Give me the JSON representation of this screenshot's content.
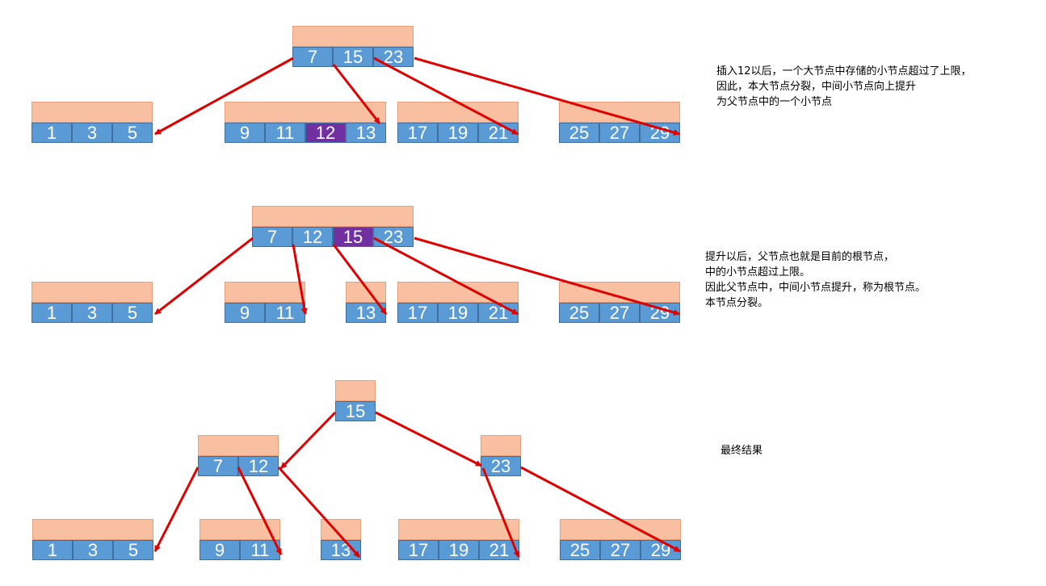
{
  "colors": {
    "key_fill": "#5b9bd5",
    "key_border": "#3f6fa0",
    "node_top": "#f8c0a0",
    "highlight": "#7030a0",
    "arrow": "#e00000"
  },
  "stage1": {
    "root": [
      "7",
      "15",
      "23"
    ],
    "children": [
      [
        "1",
        "3",
        "5"
      ],
      [
        "9",
        "11",
        "12",
        "13"
      ],
      [
        "17",
        "19",
        "21"
      ],
      [
        "25",
        "27",
        "29"
      ]
    ],
    "highlight": "12",
    "note": [
      "插入12以后，一个大节点中存储的小节点超过了上限，",
      "因此，本大节点分裂，中间小节点向上提升",
      "为父节点中的一个小节点"
    ]
  },
  "stage2": {
    "root": [
      "7",
      "12",
      "15",
      "23"
    ],
    "children": [
      [
        "1",
        "3",
        "5"
      ],
      [
        "9",
        "11"
      ],
      [
        "13"
      ],
      [
        "17",
        "19",
        "21"
      ],
      [
        "25",
        "27",
        "29"
      ]
    ],
    "highlight": "15",
    "note": [
      "提升以后，父节点也就是目前的根节点，",
      "中的小节点超过上限。",
      "因此父节点中，中间小节点提升，称为根节点。",
      "本节点分裂。"
    ]
  },
  "stage3": {
    "root": [
      "15"
    ],
    "left": [
      "7",
      "12"
    ],
    "right": [
      "23"
    ],
    "leaves": [
      [
        "1",
        "3",
        "5"
      ],
      [
        "9",
        "11"
      ],
      [
        "13"
      ],
      [
        "17",
        "19",
        "21"
      ],
      [
        "25",
        "27",
        "29"
      ]
    ],
    "note": [
      "最终结果"
    ]
  }
}
